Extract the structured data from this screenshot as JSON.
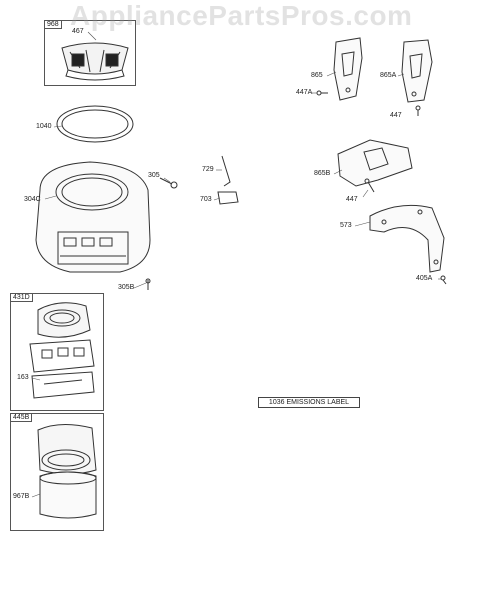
{
  "watermark": "AppliancePartsPros.com",
  "callouts": {
    "b968": "968",
    "p467": "467",
    "p1040": "1040",
    "p305": "305",
    "p304c": "304C",
    "p305b": "305B",
    "p729": "729",
    "p703": "703",
    "p865": "865",
    "p865a": "865A",
    "p447a": "447A",
    "p447_top": "447",
    "p865b": "865B",
    "p447_mid": "447",
    "p573": "573",
    "p405a": "405A",
    "b431d": "431D",
    "p163": "163",
    "b445b": "445B",
    "p967b": "967B"
  },
  "emissions_label": "1036 EMISSIONS LABEL"
}
